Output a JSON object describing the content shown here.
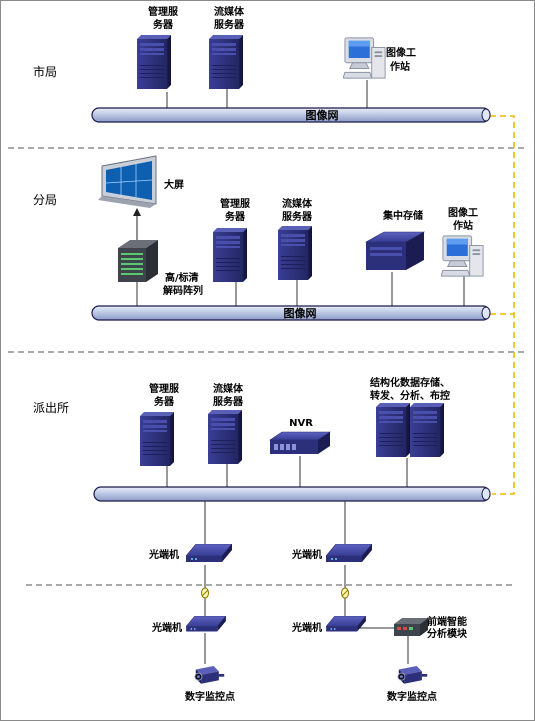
{
  "tiers": {
    "city": "市局",
    "branch": "分局",
    "station": "派出所"
  },
  "buses": {
    "city": "图像网",
    "branch": "图像网"
  },
  "city": {
    "mgmt_server": [
      "管理服",
      "务器"
    ],
    "media_server": [
      "流媒体",
      "服务器"
    ],
    "workstation": [
      "图像工",
      "作站"
    ]
  },
  "branch": {
    "big_screen": "大屏",
    "decoder": [
      "高/标清",
      "解码阵列"
    ],
    "mgmt_server": [
      "管理服",
      "务器"
    ],
    "media_server": [
      "流媒体",
      "服务器"
    ],
    "central_storage": "集中存储",
    "workstation": [
      "图像工",
      "作站"
    ]
  },
  "station": {
    "mgmt_server": [
      "管理服",
      "务器"
    ],
    "media_server": [
      "流媒体",
      "服务器"
    ],
    "nvr": "NVR",
    "structured_storage": [
      "结构化数据存储、",
      "转发、分析、布控"
    ],
    "optical_terminal_top_left": "光端机",
    "optical_terminal_top_right": "光端机",
    "optical_terminal_bottom_left": "光端机",
    "optical_terminal_bottom_right": "光端机",
    "smart_module": [
      "前端智能",
      "分析模块"
    ],
    "camera_left": "数字监控点",
    "camera_right": "数字监控点"
  },
  "colors": {
    "bus_fill": "#c9d3ea",
    "bus_stroke": "#1a1a4a",
    "server_blue": "#2c2f7a",
    "dashed_connector": "#f5b800",
    "divider": "#555555"
  }
}
